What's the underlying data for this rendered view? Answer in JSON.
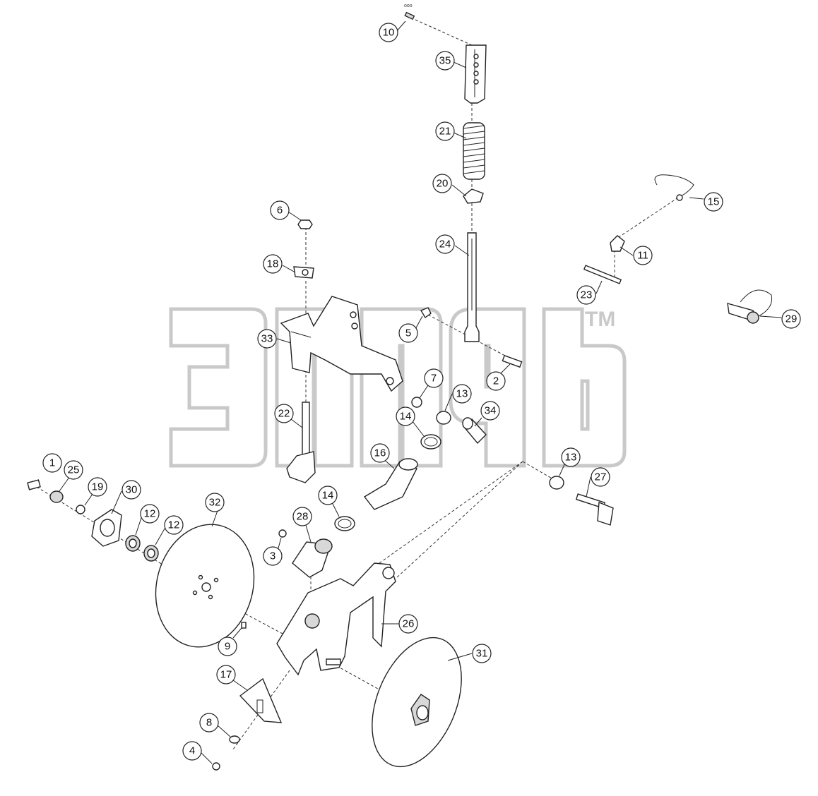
{
  "diagram": {
    "watermark": {
      "trademark": "TM"
    },
    "top_mark": "ooo",
    "callouts": [
      {
        "id": "callout-10",
        "label": "10"
      },
      {
        "id": "callout-35",
        "label": "35"
      },
      {
        "id": "callout-21",
        "label": "21"
      },
      {
        "id": "callout-20",
        "label": "20"
      },
      {
        "id": "callout-15",
        "label": "15"
      },
      {
        "id": "callout-6",
        "label": "6"
      },
      {
        "id": "callout-24",
        "label": "24"
      },
      {
        "id": "callout-11",
        "label": "11"
      },
      {
        "id": "callout-18",
        "label": "18"
      },
      {
        "id": "callout-23",
        "label": "23"
      },
      {
        "id": "callout-29",
        "label": "29"
      },
      {
        "id": "callout-5",
        "label": "5"
      },
      {
        "id": "callout-33",
        "label": "33"
      },
      {
        "id": "callout-7",
        "label": "7"
      },
      {
        "id": "callout-2",
        "label": "2"
      },
      {
        "id": "callout-13a",
        "label": "13"
      },
      {
        "id": "callout-22",
        "label": "22"
      },
      {
        "id": "callout-14a",
        "label": "14"
      },
      {
        "id": "callout-34",
        "label": "34"
      },
      {
        "id": "callout-16",
        "label": "16"
      },
      {
        "id": "callout-1",
        "label": "1"
      },
      {
        "id": "callout-13b",
        "label": "13"
      },
      {
        "id": "callout-25",
        "label": "25"
      },
      {
        "id": "callout-27",
        "label": "27"
      },
      {
        "id": "callout-19",
        "label": "19"
      },
      {
        "id": "callout-30",
        "label": "30"
      },
      {
        "id": "callout-32",
        "label": "32"
      },
      {
        "id": "callout-14b",
        "label": "14"
      },
      {
        "id": "callout-12a",
        "label": "12"
      },
      {
        "id": "callout-28",
        "label": "28"
      },
      {
        "id": "callout-12b",
        "label": "12"
      },
      {
        "id": "callout-3",
        "label": "3"
      },
      {
        "id": "callout-26",
        "label": "26"
      },
      {
        "id": "callout-9",
        "label": "9"
      },
      {
        "id": "callout-31",
        "label": "31"
      },
      {
        "id": "callout-17",
        "label": "17"
      },
      {
        "id": "callout-8",
        "label": "8"
      },
      {
        "id": "callout-4",
        "label": "4"
      }
    ]
  }
}
